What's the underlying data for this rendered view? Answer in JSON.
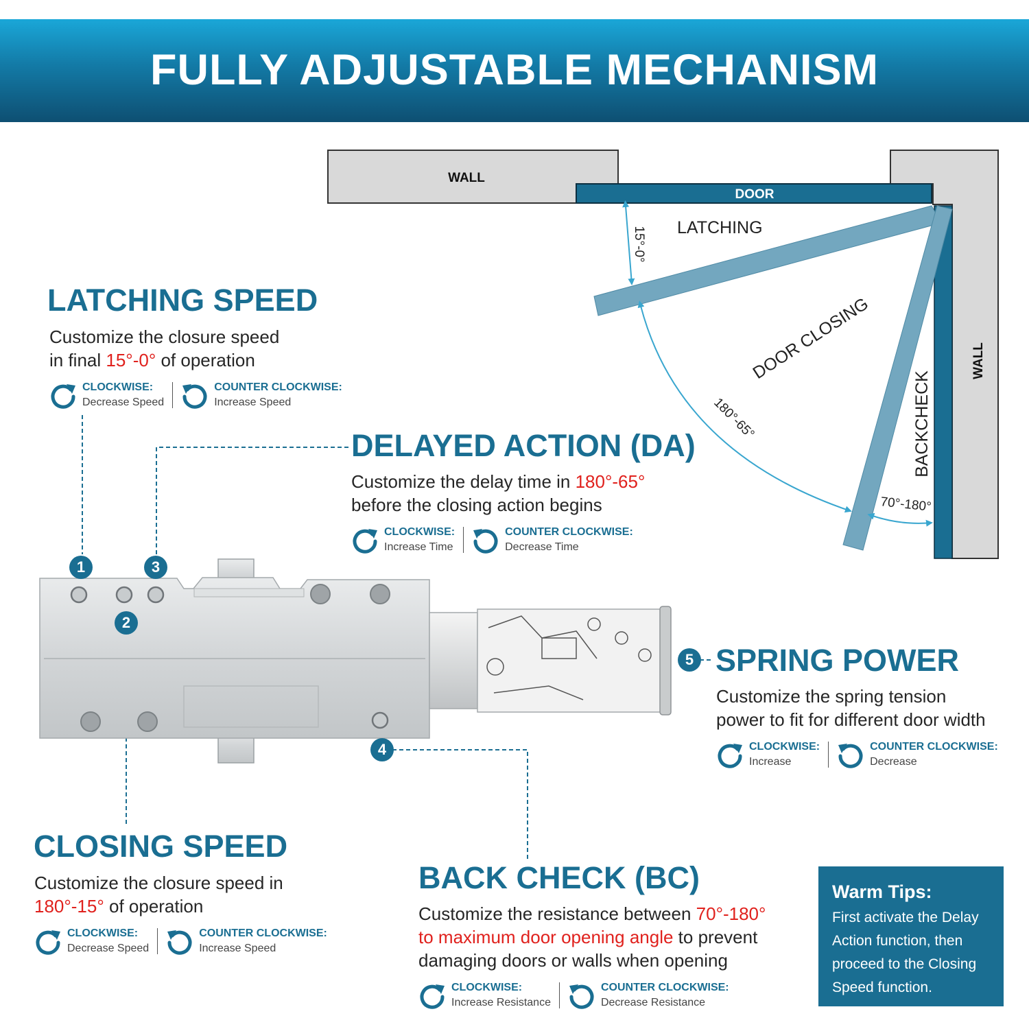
{
  "banner": {
    "title": "FULLY ADJUSTABLE MECHANISM"
  },
  "door_diagram": {
    "wall_top": "WALL",
    "door": "DOOR",
    "wall_right": "WALL",
    "latching": "LATCHING",
    "door_closing": "DOOR CLOSING",
    "backcheck": "BACKCHECK",
    "angle_latching": "15°-0°",
    "angle_closing": "180°-65°",
    "angle_backcheck": "70°-180°"
  },
  "sections": {
    "latching_speed": {
      "heading": "LATCHING SPEED",
      "line1": "Customize the closure speed",
      "line2_pre": "in final ",
      "line2_red": "15°-0°",
      "line2_post": " of operation",
      "clockwise": "CLOCKWISE:",
      "clockwise_effect": "Decrease Speed",
      "counter": "COUNTER CLOCKWISE:",
      "counter_effect": "Increase Speed"
    },
    "delayed_action": {
      "heading": "DELAYED ACTION (DA)",
      "line1_pre": "Customize the delay time in ",
      "line1_red": "180°-65°",
      "line2": "before the closing action begins",
      "clockwise": "CLOCKWISE:",
      "clockwise_effect": "Increase Time",
      "counter": "COUNTER CLOCKWISE:",
      "counter_effect": "Decrease Time"
    },
    "spring_power": {
      "heading": "SPRING POWER",
      "line1": "Customize the spring tension",
      "line2": "power to fit for different door width",
      "clockwise": "CLOCKWISE:",
      "clockwise_effect": "Increase",
      "counter": "COUNTER CLOCKWISE:",
      "counter_effect": "Decrease"
    },
    "closing_speed": {
      "heading": "CLOSING SPEED",
      "line1": "Customize the closure speed in",
      "line2_red": "180°-15°",
      "line2_post": " of operation",
      "clockwise": "CLOCKWISE:",
      "clockwise_effect": "Decrease Speed",
      "counter": "COUNTER CLOCKWISE:",
      "counter_effect": "Increase Speed"
    },
    "back_check": {
      "heading": "BACK CHECK (BC)",
      "line1_pre": "Customize the resistance between ",
      "line1_red": "70°-180°",
      "line2_red": "to maximum door opening angle",
      "line2_post": " to prevent",
      "line3": "damaging doors or walls when opening",
      "clockwise": "CLOCKWISE:",
      "clockwise_effect": "Increase Resistance",
      "counter": "COUNTER CLOCKWISE:",
      "counter_effect": "Decrease Resistance"
    }
  },
  "badges": {
    "b1": "1",
    "b2": "2",
    "b3": "3",
    "b4": "4",
    "b5": "5"
  },
  "warm_tips": {
    "title": "Warm Tips:",
    "body": "First activate the Delay\nAction function, then\nproceed to the Closing\nSpeed function."
  },
  "colors": {
    "brand": "#1a6e92",
    "highlight": "#e0211d",
    "arc": "#39a6cf"
  },
  "icons": {
    "clockwise": "clockwise-arrow-icon",
    "counter_clockwise": "counter-clockwise-arrow-icon"
  }
}
